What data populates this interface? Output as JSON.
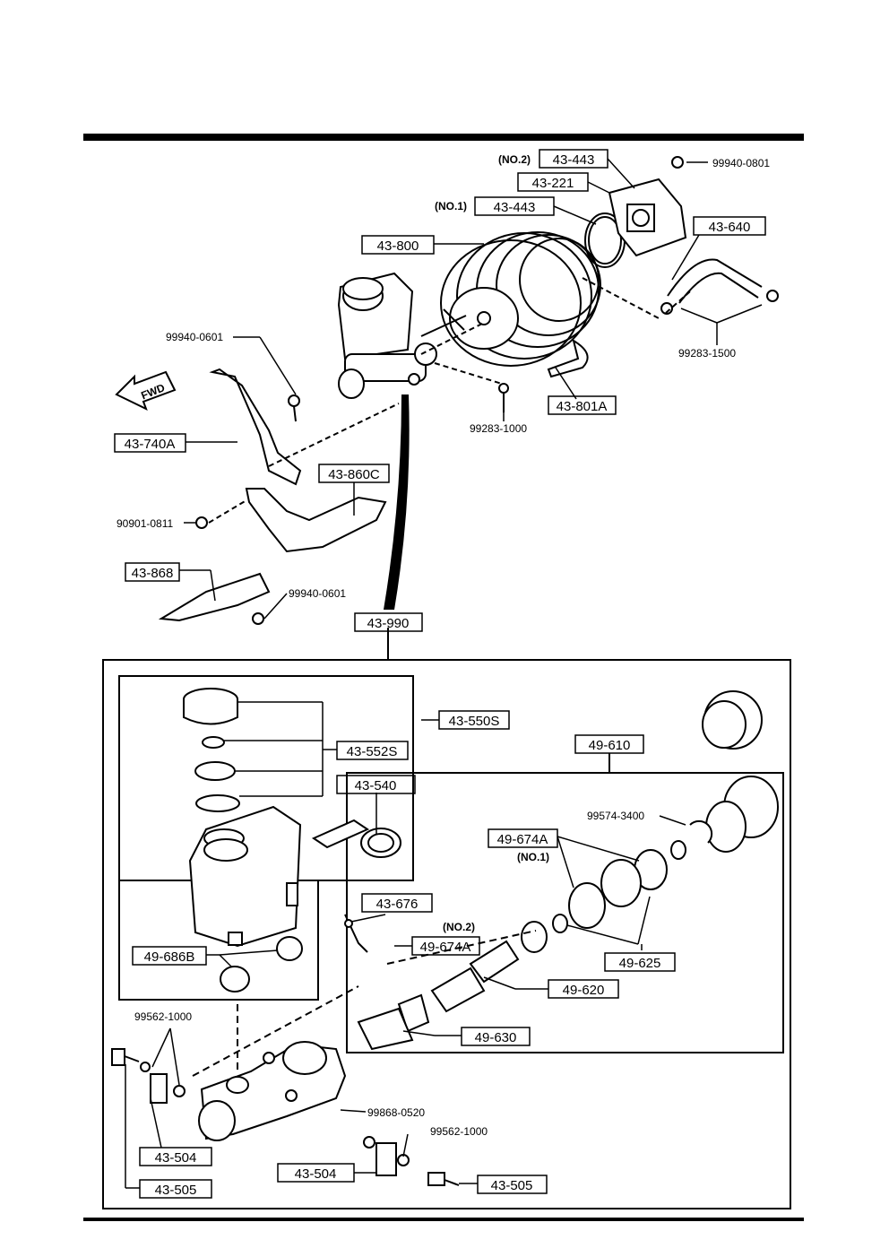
{
  "diagram": {
    "boxed_labels": [
      {
        "id": "no2_43_443",
        "text": "43-443"
      },
      {
        "id": "43_221",
        "text": "43-221"
      },
      {
        "id": "no1_43_443",
        "text": "43-443"
      },
      {
        "id": "43_640",
        "text": "43-640"
      },
      {
        "id": "43_800",
        "text": "43-800"
      },
      {
        "id": "43_801A",
        "text": "43-801A"
      },
      {
        "id": "43_740A",
        "text": "43-740A"
      },
      {
        "id": "43_860C",
        "text": "43-860C"
      },
      {
        "id": "43_868",
        "text": "43-868"
      },
      {
        "id": "43_990",
        "text": "43-990"
      },
      {
        "id": "43_550S",
        "text": "43-550S"
      },
      {
        "id": "43_552S",
        "text": "43-552S"
      },
      {
        "id": "43_540",
        "text": "43-540"
      },
      {
        "id": "49_610",
        "text": "49-610"
      },
      {
        "id": "49_674A_no1",
        "text": "49-674A"
      },
      {
        "id": "49_674A_no2",
        "text": "49-674A"
      },
      {
        "id": "43_676",
        "text": "43-676"
      },
      {
        "id": "49_686B",
        "text": "49-686B"
      },
      {
        "id": "49_625",
        "text": "49-625"
      },
      {
        "id": "49_620",
        "text": "49-620"
      },
      {
        "id": "49_630",
        "text": "49-630"
      },
      {
        "id": "43_504_left",
        "text": "43-504"
      },
      {
        "id": "43_505_left",
        "text": "43-505"
      },
      {
        "id": "43_504_bottom",
        "text": "43-504"
      },
      {
        "id": "43_505_bottom",
        "text": "43-505"
      }
    ],
    "qualifiers": {
      "no2_top": "(NO.2)",
      "no1_top": "(NO.1)",
      "no1_piston": "(NO.1)",
      "no2_piston": "(NO.2)"
    },
    "plain_labels": {
      "p99940_0801": "99940-0801",
      "p99283_1500": "99283-1500",
      "p99283_1000": "99283-1000",
      "p99940_0601_top": "99940-0601",
      "p90901_0811": "90901-0811",
      "p99940_0601_bottom": "99940-0601",
      "p99574_3400": "99574-3400",
      "p99562_1000_left": "99562-1000",
      "p99868_0520": "99868-0520",
      "p99562_1000_right": "99562-1000"
    },
    "fwd_arrow_label": "FWD"
  }
}
